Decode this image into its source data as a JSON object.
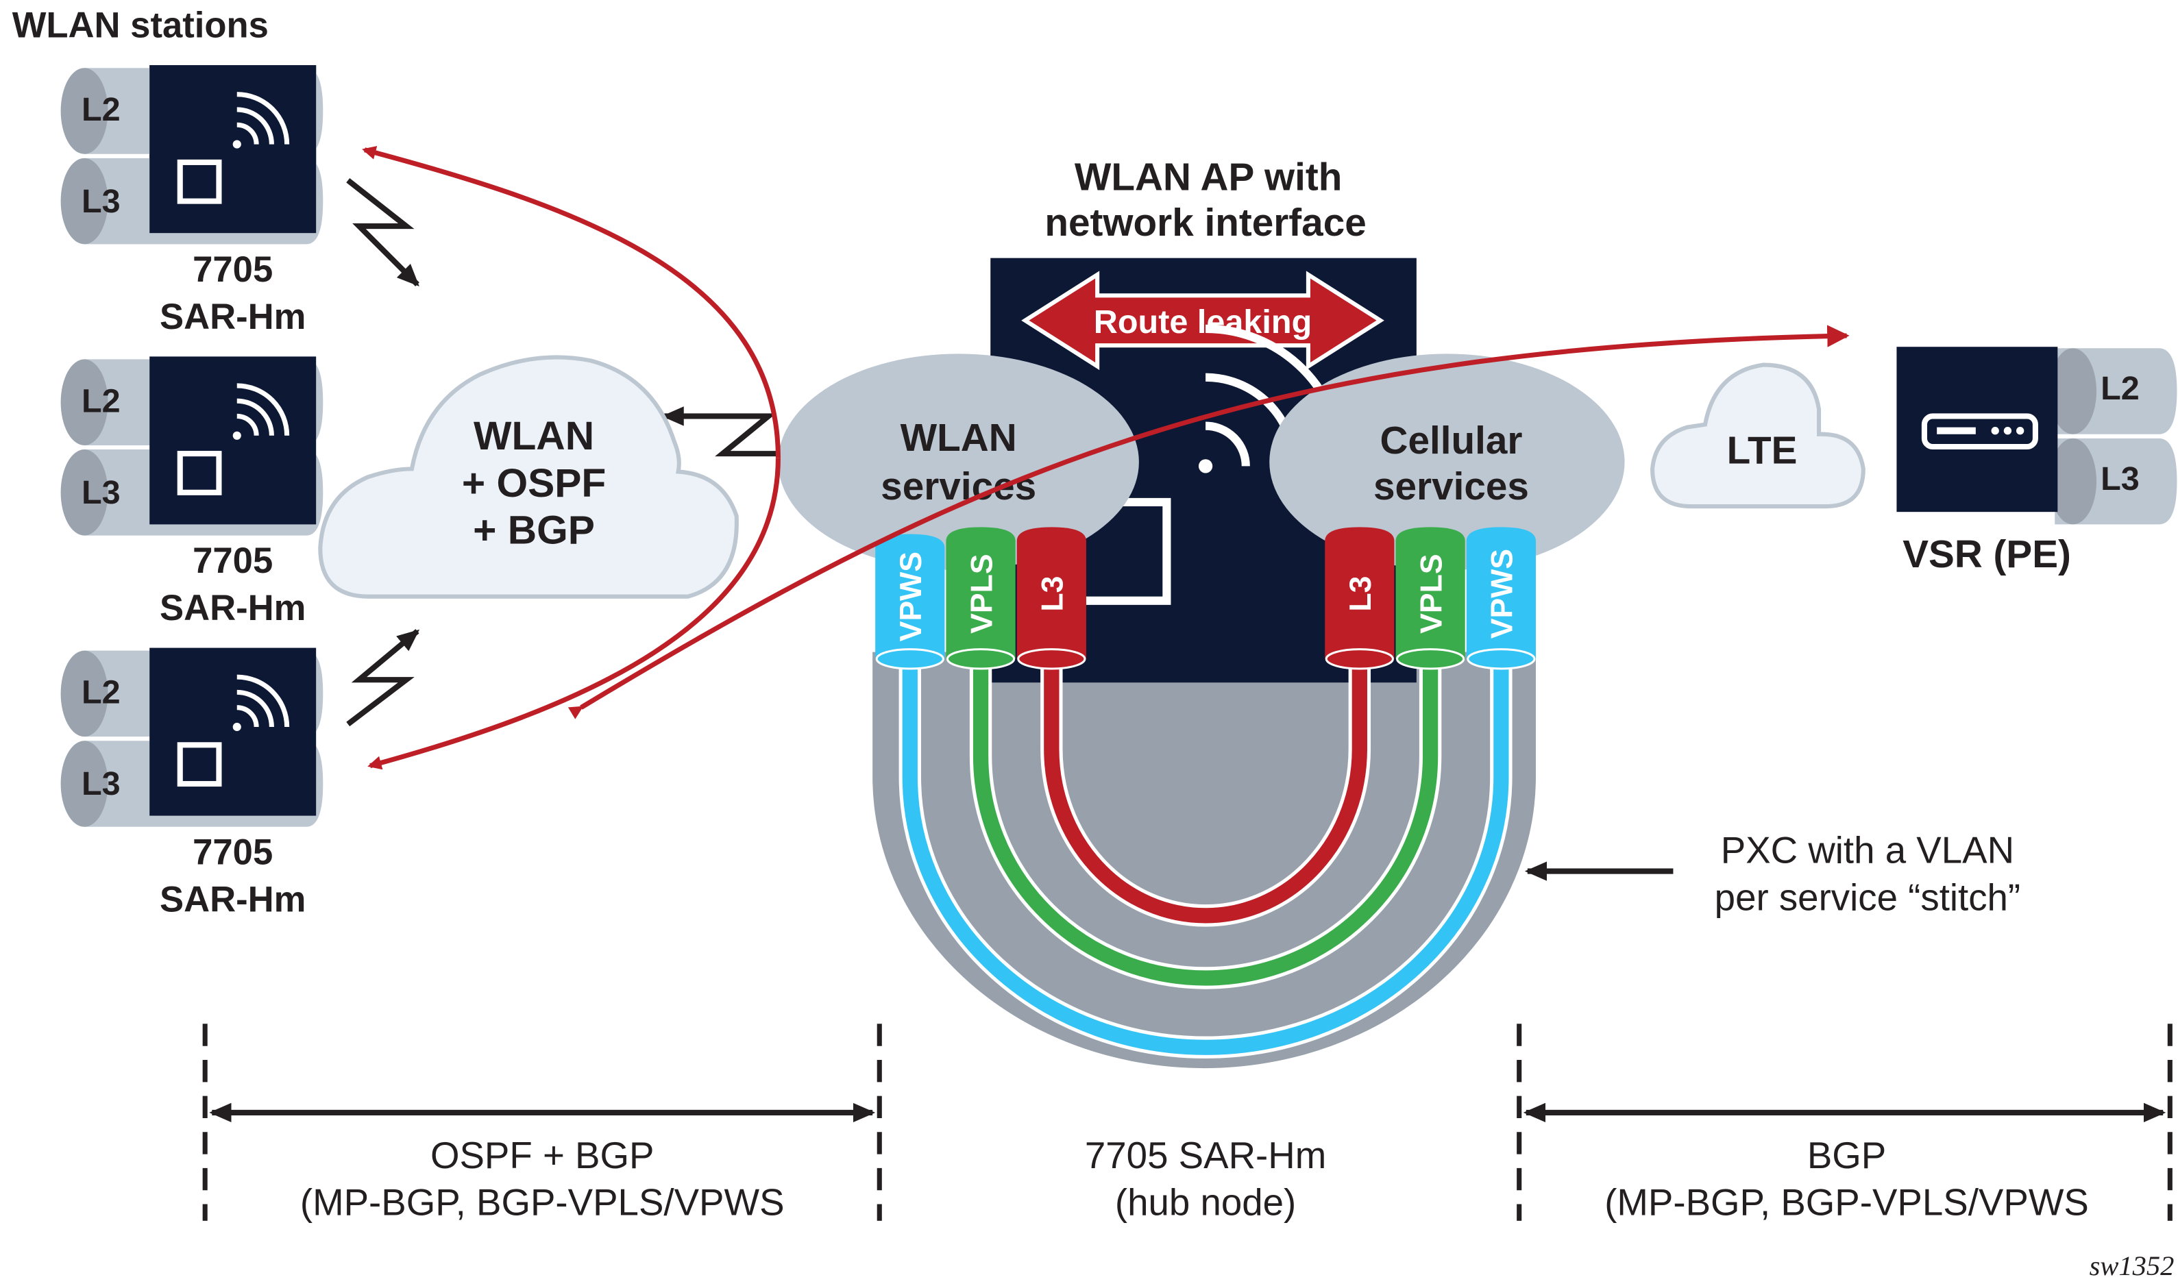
{
  "colors": {
    "navy": "#0d1835",
    "cylinder_body": "#bdc7d1",
    "cylinder_cap": "#9aa3ae",
    "cloud_fill": "#ecf2f7",
    "cloud_stroke": "#bdc7d1",
    "service_ellipse": "#bdc7d1",
    "pxc_gray": "#98a1ab",
    "vpws_blue": "#33c4f5",
    "vpls_green": "#3aac4b",
    "l3_red": "#be1e26",
    "text_dark": "#231f20"
  },
  "header": {
    "title": "WLAN stations"
  },
  "stations": [
    {
      "ports": [
        "L2",
        "L3"
      ],
      "label_line1": "7705",
      "label_line2": "SAR-Hm"
    },
    {
      "ports": [
        "L2",
        "L3"
      ],
      "label_line1": "7705",
      "label_line2": "SAR-Hm"
    },
    {
      "ports": [
        "L2",
        "L3"
      ],
      "label_line1": "7705",
      "label_line2": "SAR-Hm"
    }
  ],
  "wlan_cloud": {
    "line1": "WLAN",
    "line2": "+ OSPF",
    "line3": "+ BGP"
  },
  "hub": {
    "title_line1": "WLAN AP with",
    "title_line2": "network interface",
    "route_leaking": "Route leaking",
    "wlan_services_line1": "WLAN",
    "wlan_services_line2": "services",
    "cellular_services_line1": "Cellular",
    "cellular_services_line2": "services",
    "left_tubes": [
      "VPWS",
      "VPLS",
      "L3"
    ],
    "right_tubes": [
      "L3",
      "VPLS",
      "VPWS"
    ]
  },
  "lte_cloud": {
    "label": "LTE"
  },
  "vsr": {
    "ports": [
      "L2",
      "L3"
    ],
    "label": "VSR (PE)"
  },
  "pxc_note": {
    "line1": "PXC with a VLAN",
    "line2": "per service “stitch”"
  },
  "spans": [
    {
      "line1": "OSPF + BGP",
      "line2": "(MP-BGP, BGP-VPLS/VPWS"
    },
    {
      "line1": "7705 SAR-Hm",
      "line2": "(hub node)"
    },
    {
      "line1": "BGP",
      "line2": "(MP-BGP, BGP-VPLS/VPWS"
    }
  ],
  "figure_id": "sw1352"
}
